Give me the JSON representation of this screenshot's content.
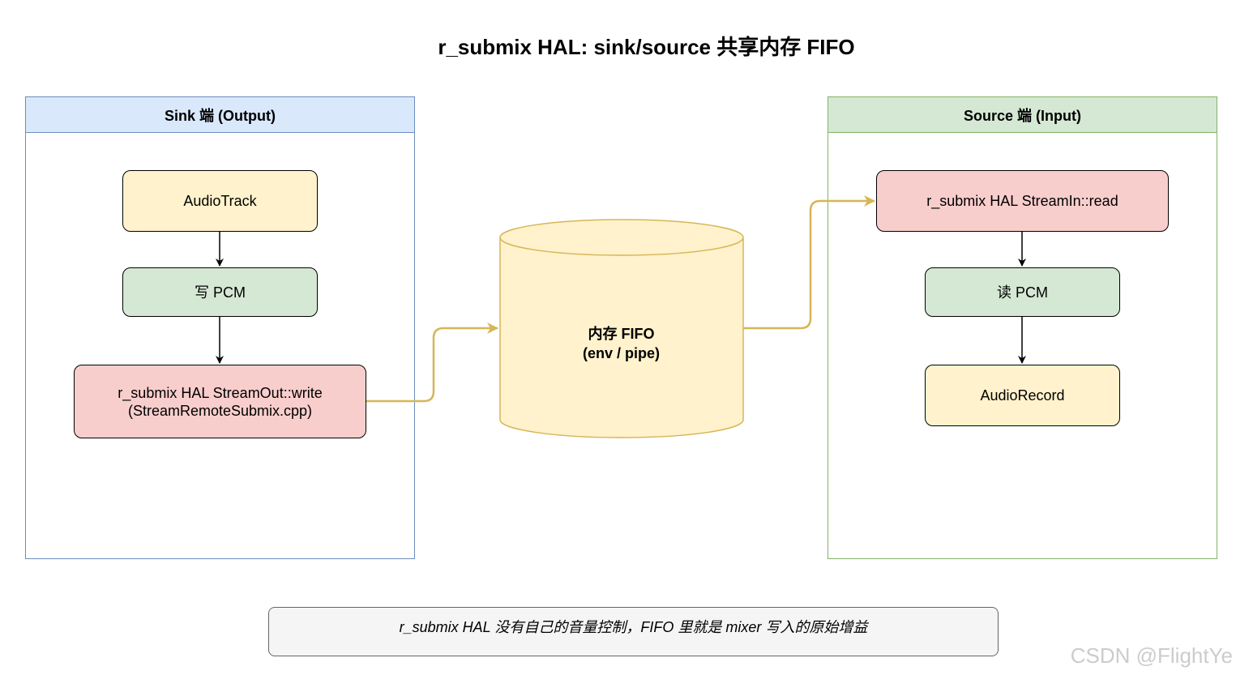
{
  "title": "r_submix HAL: sink/source 共享内存 FIFO",
  "sink": {
    "header": "Sink 端 (Output)",
    "nodes": {
      "audiotrack": "AudioTrack",
      "write_pcm": "写 PCM",
      "streamout_line1": "r_submix HAL StreamOut::write",
      "streamout_line2": "(StreamRemoteSubmix.cpp)"
    }
  },
  "fifo": {
    "line1": "内存 FIFO",
    "line2": "(env / pipe)"
  },
  "source": {
    "header": "Source 端 (Input)",
    "nodes": {
      "streamin": "r_submix HAL StreamIn::read",
      "read_pcm": "读 PCM",
      "audiorecord": "AudioRecord"
    }
  },
  "note": "r_submix HAL 没有自己的音量控制，FIFO 里就是 mixer 写入的原始增益",
  "watermark": "CSDN @FlightYe",
  "colors": {
    "sink_border": "#6c8ebf",
    "sink_header": "#dae8fc",
    "source_border": "#82b366",
    "source_header": "#d5e8d4",
    "yellow_fill": "#fff2cc",
    "green_fill": "#d5e8d4",
    "red_fill": "#f8cecc",
    "fifo_edge": "#d6b656"
  }
}
